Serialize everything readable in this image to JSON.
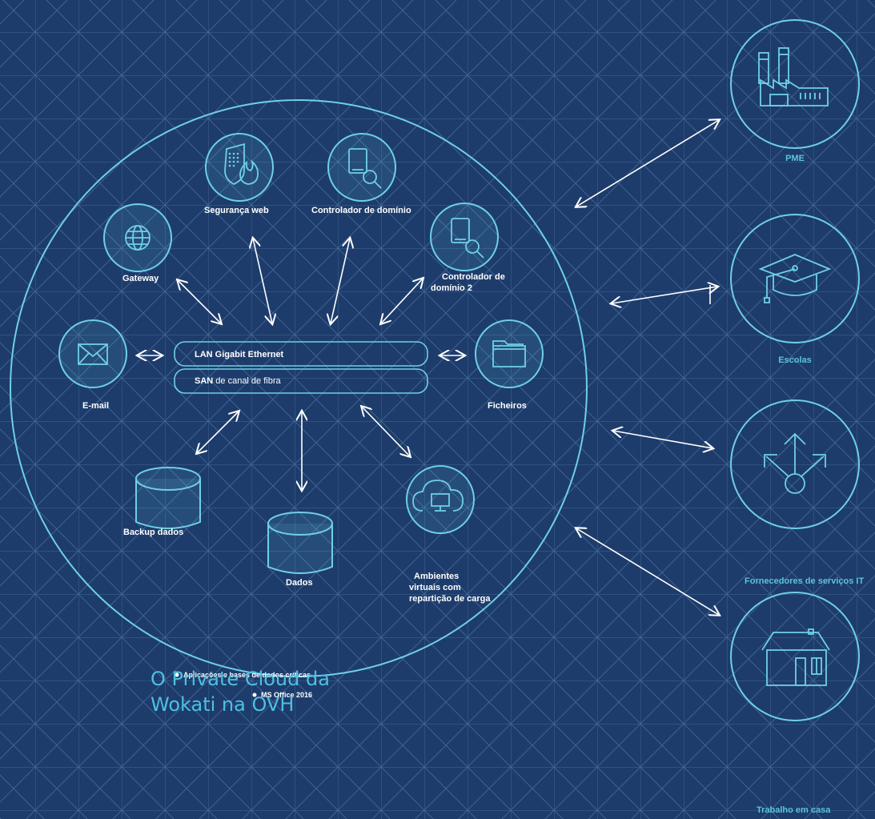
{
  "colors": {
    "background": "#1d3c6b",
    "grid": "#4a6f9e",
    "ring": "#6fd0e4",
    "accent_text": "#5cc3dc",
    "title_text": "#4fbfe0"
  },
  "network": {
    "lan": "LAN Gigabit Ethernet",
    "san_bold": "SAN",
    "san_rest": " de canal de fibra"
  },
  "nodes": {
    "seguranca": "Segurança web",
    "controlador": "Controlador de domínio",
    "controlador2_line1": "Controlador de",
    "controlador2_line2": "domínio 2",
    "gateway": "Gateway",
    "email": "E-mail",
    "ficheiros": "Ficheiros",
    "backup": "Backup dados",
    "dados": "Dados",
    "ambientes_line1": "Ambientes",
    "ambientes_line2": "virtuais com",
    "ambientes_line3": "repartição de carga"
  },
  "bullets": [
    "Aplicações e bases de dados críticas",
    "MS Office 2016"
  ],
  "title_line1": "O Private Cloud da",
  "title_line2": "Wokati na OVH",
  "clients": {
    "pme": "PME",
    "escolas": "Escolas",
    "fornecedores": "Fornecedores de serviços IT",
    "trabalho": "Trabalho em casa"
  },
  "icons": [
    "shield-fire-icon",
    "document-search-icon",
    "globe-icon",
    "envelope-icon",
    "folder-icon",
    "database-icon",
    "cloud-monitor-icon",
    "factory-icon",
    "graduation-cap-icon",
    "branch-arrows-icon",
    "house-icon"
  ]
}
